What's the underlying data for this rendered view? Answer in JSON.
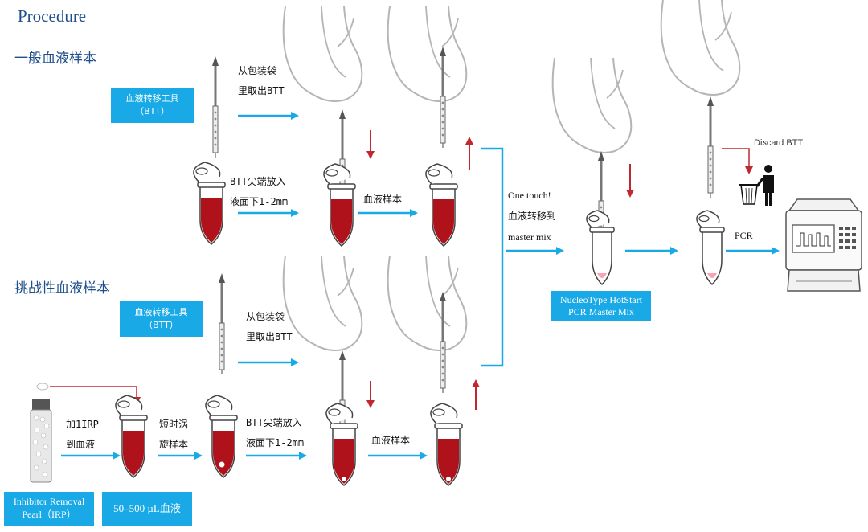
{
  "title": "Procedure",
  "sections": {
    "general": "一般血液样本",
    "challenging": "挑战性血液样本"
  },
  "btt_box": {
    "line1": "血液转移工具",
    "line2": "（BTT）"
  },
  "notes": {
    "take_out_line1": "从包装袋",
    "take_out_line2": "里取出BTT",
    "insert_line1": "BTT尖端放入",
    "insert_line2": "液面下1-2mm",
    "blood_sample": "血液样本",
    "add_irp_line1": "加1IRP",
    "add_irp_line2": "到血液",
    "vortex_line1": "短时涡",
    "vortex_line2": "旋样本"
  },
  "one_touch": {
    "line1": "One touch!",
    "line2": "血液转移到",
    "line3": "master mix"
  },
  "master_mix_box": {
    "line1": "NucleoType HotStart",
    "line2": "PCR Master Mix"
  },
  "discard": "Discard BTT",
  "pcr": "PCR",
  "irp_box": {
    "line1": "Inhibitor Removal",
    "line2": "Pearl（IRP）"
  },
  "volume_box": "50–500 µL血液",
  "colors": {
    "accent_blue": "#19a9e6",
    "title_blue": "#1f4f8b",
    "blood_red": "#b0121b",
    "arrow_red": "#c0282f"
  }
}
